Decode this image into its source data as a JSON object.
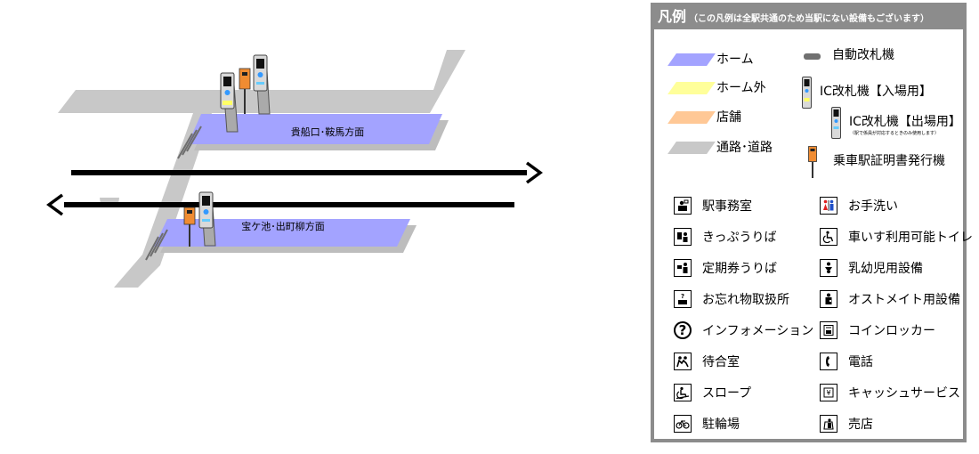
{
  "map": {
    "platform_1_direction": "貴船口･鞍馬方面",
    "platform_2_direction": "宝ケ池･出町柳方面",
    "colors": {
      "platform": "#a3a3ff",
      "passage": "#c8c8c8",
      "track": "#000000",
      "ticket_machine": "#f08c32"
    }
  },
  "legend": {
    "title": "凡例",
    "note": "（この凡例は全駅共通のため当駅にない設備もございます）",
    "areas": [
      {
        "label": "ホーム",
        "color": "#a3a3ff"
      },
      {
        "label": "ホーム外",
        "color": "#ffff9a"
      },
      {
        "label": "店舗",
        "color": "#ffc896"
      },
      {
        "label": "通路･道路",
        "color": "#c8c8c8"
      }
    ],
    "gates": [
      {
        "label": "自動改札機"
      },
      {
        "label": "IC改札機【入場用】"
      },
      {
        "label": "IC改札機【出場用】",
        "note": "（駅で係員が対応するときのみ使用します）"
      },
      {
        "label": "乗車駅証明書発行機"
      }
    ],
    "facilities_left": [
      {
        "label": "駅事務室",
        "icon": "station-office"
      },
      {
        "label": "きっぷうりば",
        "icon": "ticket-office"
      },
      {
        "label": "定期券うりば",
        "icon": "commuter-pass-office"
      },
      {
        "label": "お忘れ物取扱所",
        "icon": "lost-and-found"
      },
      {
        "label": "インフォメーション",
        "icon": "information",
        "glyph": "?"
      },
      {
        "label": "待合室",
        "icon": "waiting-room"
      },
      {
        "label": "スロープ",
        "icon": "slope"
      },
      {
        "label": "駐輪場",
        "icon": "bicycle-parking"
      }
    ],
    "facilities_right": [
      {
        "label": "お手洗い",
        "icon": "restroom"
      },
      {
        "label": "車いす利用可能トイレ",
        "icon": "wheelchair-toilet"
      },
      {
        "label": "乳幼児用設備",
        "icon": "baby-care"
      },
      {
        "label": "オストメイト用設備",
        "icon": "ostomate"
      },
      {
        "label": "コインロッカー",
        "icon": "coin-locker"
      },
      {
        "label": "電話",
        "icon": "telephone"
      },
      {
        "label": "キャッシュサービス",
        "icon": "cash-service",
        "glyph": "¥"
      },
      {
        "label": "売店",
        "icon": "shop"
      }
    ]
  }
}
